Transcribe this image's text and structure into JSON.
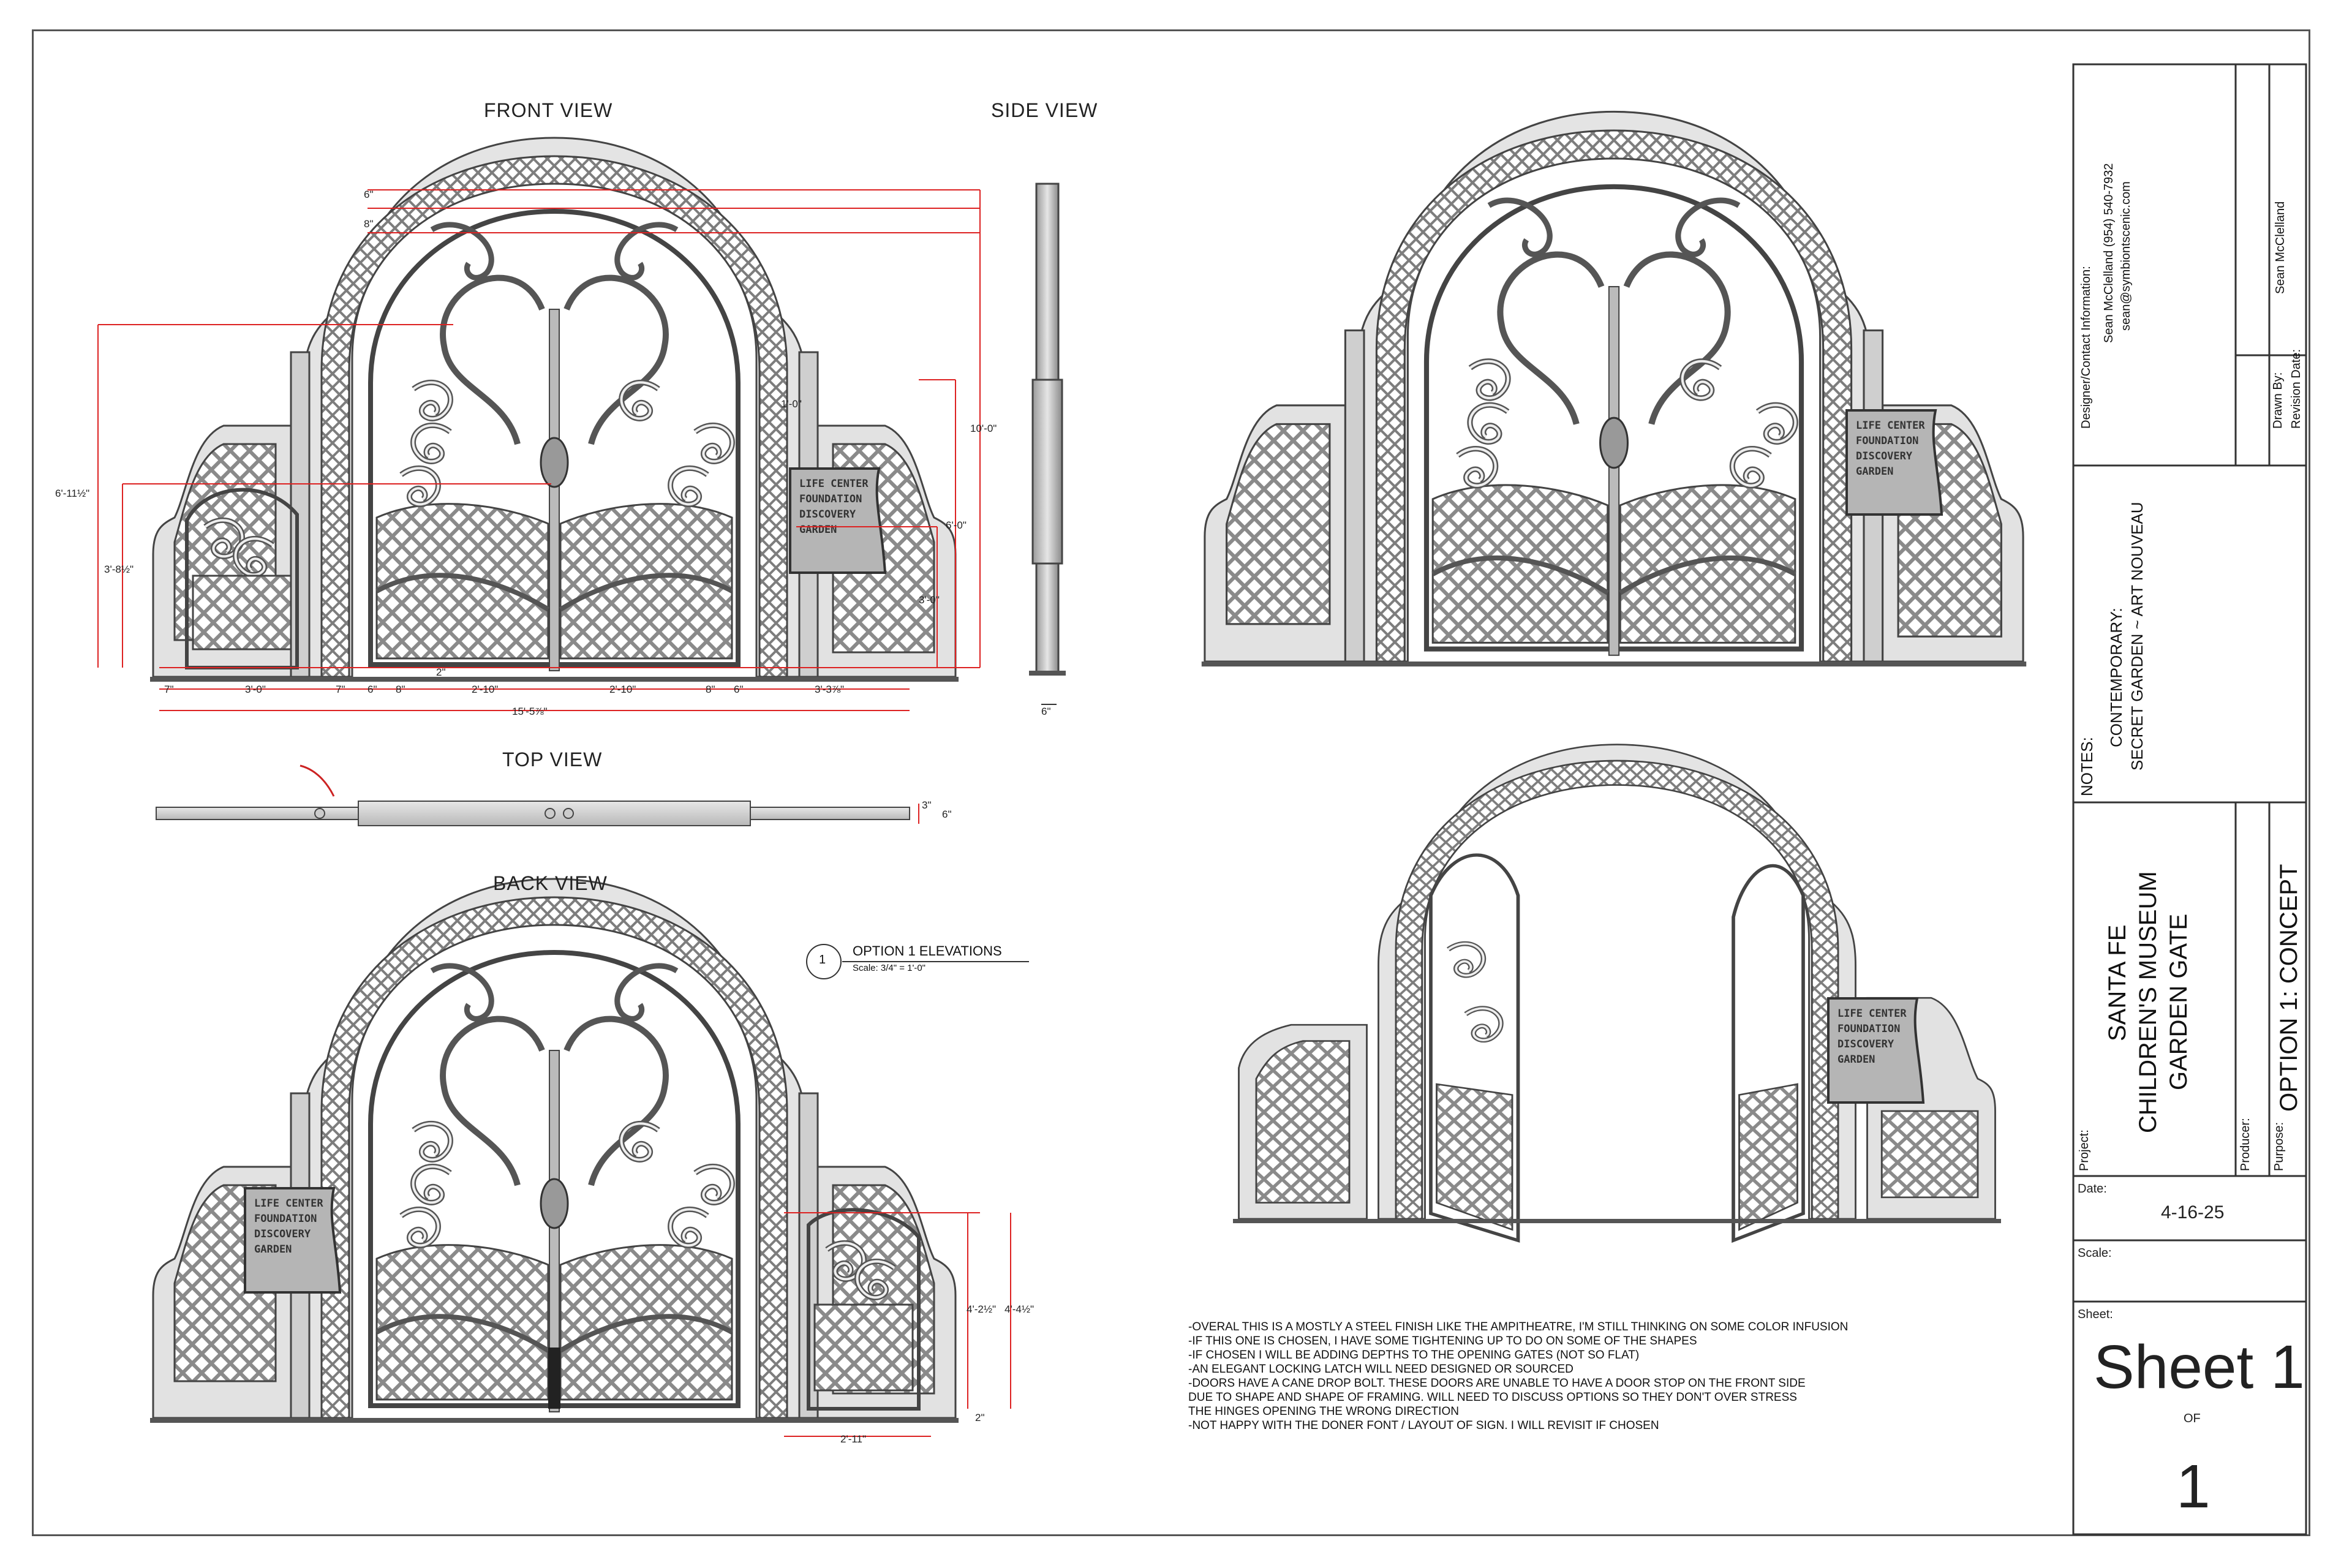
{
  "views": {
    "front": "FRONT VIEW",
    "side": "SIDE VIEW",
    "top": "TOP VIEW",
    "back": "BACK VIEW"
  },
  "callout": {
    "number": "1",
    "title": "OPTION 1 ELEVATIONS",
    "scale": "Scale: 3/4\" = 1'-0\""
  },
  "sign": {
    "lines": [
      "LIFE CENTER",
      "FOUNDATION",
      "DISCOVERY",
      "GARDEN"
    ]
  },
  "front_dims": {
    "top1": "6\"",
    "top2": "8\"",
    "left_tall": "6'-11½\"",
    "left_mid": "3'-8½\"",
    "right_tall": "10'-0\"",
    "right_mid": "6'-0\"",
    "right_low": "3'-0\"",
    "arch_off": "1'-0\"",
    "small": "2\"",
    "b1": "7\"",
    "b2": "3'-0\"",
    "b3": "7\"",
    "b4": "6\"",
    "b5": "8\"",
    "b6": "2'-10\"",
    "b7": "2'-10\"",
    "b8": "8\"",
    "b9": "6\"",
    "b10": "3'-3⅞\"",
    "overall": "15'-5⅞\""
  },
  "side_dims": {
    "depth": "6\""
  },
  "top_dims": {
    "d1": "3\"",
    "d2": "6\""
  },
  "back_dims": {
    "h1": "4'-2½\"",
    "h2": "4'-4½\"",
    "w": "2'-11\"",
    "small": "2\""
  },
  "notes": [
    "-OVERAL THIS IS A MOSTLY A STEEL FINISH LIKE THE AMPITHEATRE,  I'M STILL THINKING ON SOME COLOR INFUSION",
    "-IF THIS ONE IS CHOSEN,  I HAVE SOME TIGHTENING UP TO DO ON SOME OF THE SHAPES",
    "-IF CHOSEN I WILL BE ADDING DEPTHS TO THE OPENING GATES (NOT SO FLAT)",
    "-AN ELEGANT LOCKING LATCH WILL NEED DESIGNED OR SOURCED",
    "-DOORS HAVE A CANE DROP BOLT.  THESE DOORS ARE UNABLE TO HAVE A DOOR STOP ON THE FRONT SIDE",
    "DUE TO SHAPE AND SHAPE OF FRAMING.  WILL NEED TO DISCUSS OPTIONS SO THEY DON'T OVER STRESS",
    "THE HINGES OPENING THE WRONG DIRECTION",
    "-NOT HAPPY WITH THE DONER FONT / LAYOUT OF SIGN.  I WILL REVISIT IF CHOSEN"
  ],
  "title_block": {
    "contact_label": "Designer/Contact Information:",
    "contact_line1": "Sean McClelland (954) 540-7932",
    "contact_line2": "sean@symbiontscenic.com",
    "drawn_by_label": "Drawn By:",
    "drawn_by": "Sean McClelland",
    "revision_label": "Revision Date:",
    "notes_label": "NOTES:",
    "notes_line1": "CONTEMPORARY:",
    "notes_line2": "SECRET GARDEN ~ ART NOUVEAU",
    "project_label": "Project:",
    "project_line1": "SANTA FE",
    "project_line2": "CHILDREN'S MUSEUM",
    "project_line3": "GARDEN GATE",
    "producer_label": "Producer:",
    "purpose_label": "Purpose:",
    "purpose": "OPTION 1: CONCEPT",
    "date_label": "Date:",
    "date": "4-16-25",
    "scale_label": "Scale:",
    "sheet_label": "Sheet:",
    "sheet_title": "Sheet 1",
    "of": "OF",
    "total": "1"
  }
}
